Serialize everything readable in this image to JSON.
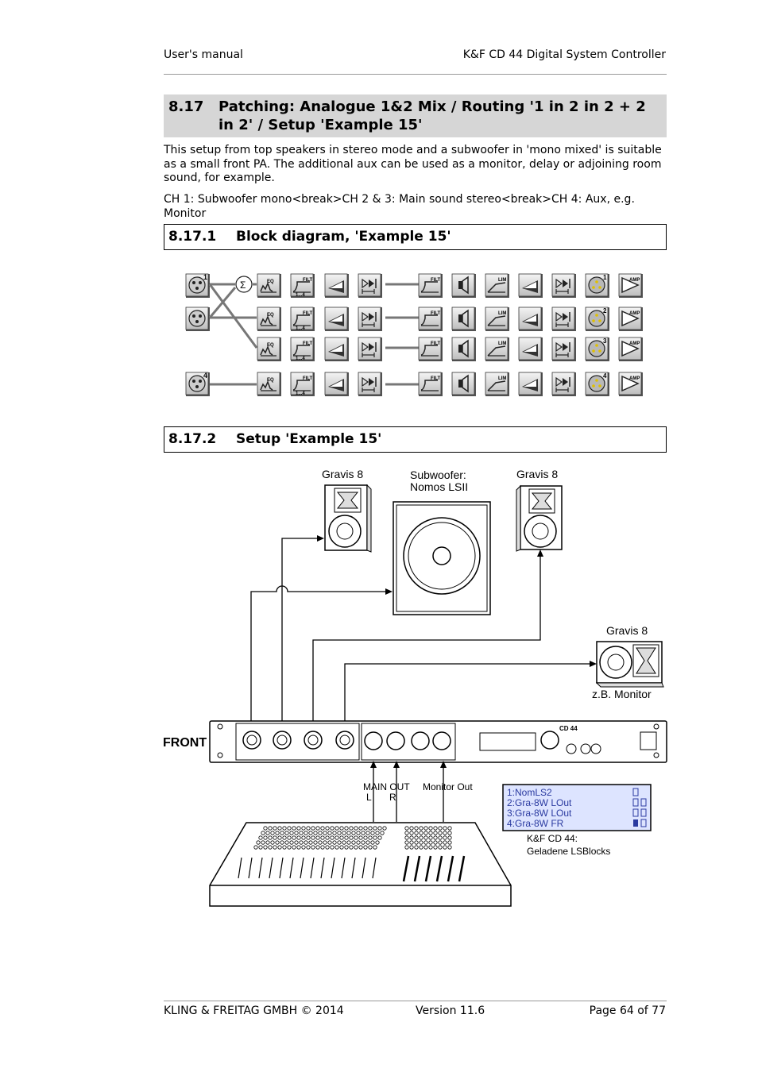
{
  "header": {
    "left": "User's manual",
    "right": "K&F CD 44 Digital System Controller"
  },
  "section": {
    "number": "8.17",
    "title": "Patching: Analogue 1&2 Mix / Routing '1 in 2 in 2 + 2 in 2' / Setup 'Example 15'",
    "paragraph1": "This setup from top speakers in stereo mode and a subwoofer in 'mono mixed' is suitable as a small front PA. The additional aux can be used as a monitor, delay or adjoining room sound, for example.",
    "paragraph2": "CH 1: Subwoofer mono<break>CH 2 & 3: Main sound stereo<break>CH 4: Aux, e.g. Monitor"
  },
  "subsection1": {
    "number": "8.17.1",
    "title": "Block diagram, 'Example 15'"
  },
  "subsection2": {
    "number": "8.17.2",
    "title": "Setup 'Example 15'"
  },
  "block_diagram": {
    "inputs": [
      "1",
      "",
      "4"
    ],
    "sum_symbol": "Σ",
    "input_blocks": [
      "EQ",
      "FILT",
      "",
      ""
    ],
    "filt_range": "1...4",
    "output_blocks": [
      "FILT",
      "",
      "LIM",
      "",
      "",
      "",
      "AMP"
    ],
    "output_numbers": [
      "1",
      "2",
      "3",
      "4"
    ]
  },
  "setup": {
    "speaker_top_left": "Gravis 8",
    "subwoofer_line1": "Subwoofer:",
    "subwoofer_line2": "Nomos LSII",
    "speaker_top_right": "Gravis 8",
    "monitor_speaker": "Gravis 8",
    "monitor_caption": "z.B. Monitor",
    "front_label": "FRONT",
    "device_name": "CD 44",
    "main_out_label": "MAIN OUT",
    "main_out_l": "L",
    "main_out_r": "R",
    "monitor_out_label": "Monitor Out",
    "lcd_lines": [
      "1:NomLS2",
      "2:Gra-8W  LOut",
      "3:Gra-8W  LOut",
      "4:Gra-8W  FR"
    ],
    "lcd_caption_line1": "K&F CD 44:",
    "lcd_caption_line2": "Geladene LSBlocks"
  },
  "footer": {
    "left": "KLING & FREITAG GMBH © 2014",
    "center": "Version 11.6",
    "right": "Page 64 of 77"
  }
}
